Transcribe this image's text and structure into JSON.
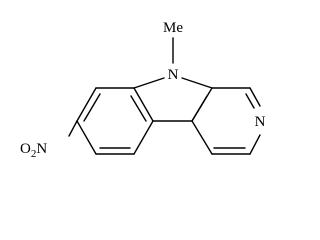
{
  "molecule": {
    "methyl_label": "Me",
    "ring_nitrogen_label": "N",
    "pyridine_nitrogen_label": "N",
    "nitro_label": {
      "prefix": "O",
      "subscript": "2",
      "suffix": "N"
    }
  },
  "colors": {
    "line": "#000000",
    "background": "#ffffff"
  }
}
